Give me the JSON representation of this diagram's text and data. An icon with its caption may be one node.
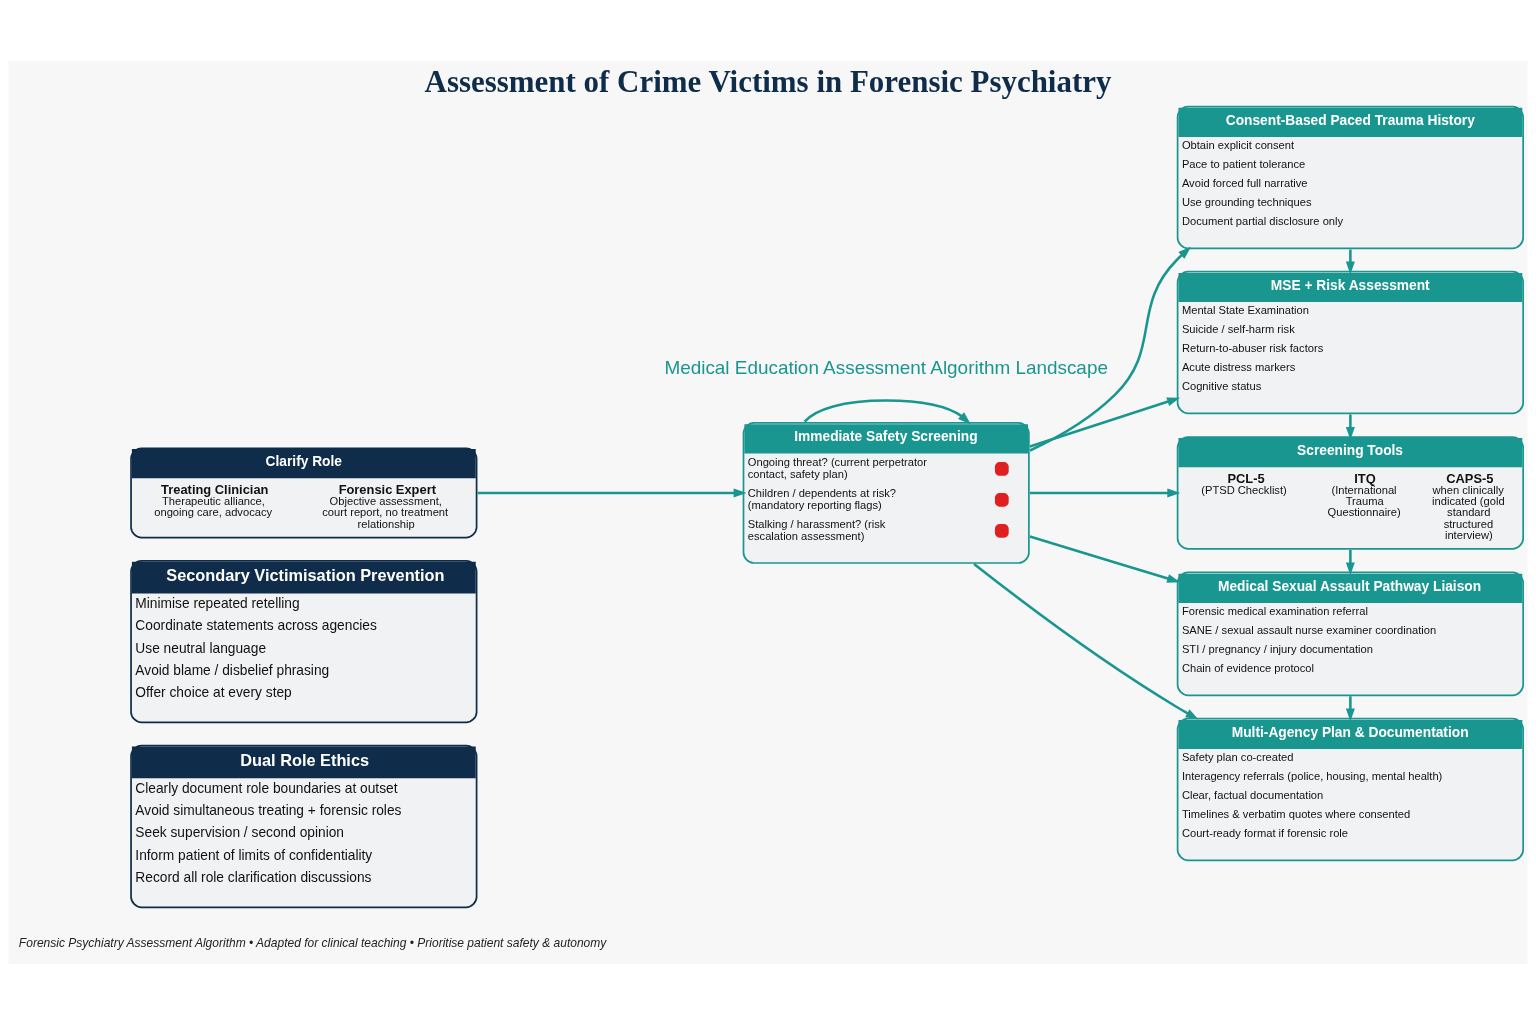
{
  "diagram": {
    "title": "Assessment of Crime Victims in Forensic Psychiatry",
    "caption": "Forensic Psychiatry Assessment Algorithm • Adapted for clinical teaching • Prioritise patient safety & autonomy",
    "nodes": [
      {
        "text": [
          "Clarify Role",
          "Treating Clinician",
          "Therapeutic alliance, ongoing care, advocacy",
          "Forensic Expert",
          "Objective assessment, court report, no treatment relationship"
        ]
      },
      {
        "text": [
          "Immediate Safety Screening",
          "Ongoing threat? (current perpetrator contact, safety plan)",
          "Children / dependents at risk? (mandatory reporting flags)",
          "Stalking / harassment? (risk escalation assessment)"
        ]
      },
      {
        "text": [
          "Consent-Based Paced Trauma History",
          "Obtain explicit consent",
          "Pace to patient tolerance",
          "Avoid forced full narrative",
          "Use grounding techniques",
          "Document partial disclosure only"
        ]
      },
      {
        "text": [
          "MSE + Risk Assessment",
          "Mental State Examination",
          "Suicide / self-harm risk",
          "Return-to-abuser risk factors",
          "Acute distress markers",
          "Cognitive status"
        ]
      },
      {
        "text": [
          "Secondary Victimisation Prevention",
          "Minimise repeated retelling",
          "Coordinate statements across agencies",
          "Use neutral language",
          "Avoid blame / disbelief phrasing",
          "Offer choice at every step"
        ]
      },
      {
        "text": [
          "Screening Tools",
          "PCL-5",
          "(PTSD Checklist)",
          "ITQ",
          "(International Trauma Questionnaire)",
          "CAPS-5",
          "when clinically indicated (gold standard structured interview)"
        ]
      },
      {
        "text": [
          "Medical Sexual Assault Pathway Liaison",
          "Forensic medical examination referral",
          "SANE / sexual assault nurse examiner coordination",
          "STI / pregnancy / injury documentation",
          "Chain of evidence protocol"
        ]
      },
      {
        "text": [
          "Dual Role Ethics",
          "Clearly document role boundaries at outset",
          "Avoid simultaneous treating + forensic roles",
          "Seek supervision / second opinion",
          "Inform patient of limits of confidentiality",
          "Record all role clarification discussions"
        ]
      },
      {
        "text": [
          "Multi-Agency Plan & Documentation",
          "Safety plan co-created",
          "Interagency referrals (police, housing, mental health)",
          "Clear, factual documentation",
          "Timelines & verbatim quotes where consented",
          "Court-ready format if forensic role"
        ]
      }
    ],
    "edges": [
      {
        "from": 0,
        "to": 1,
        "arrow": "to"
      },
      {
        "from": 1,
        "to": 2,
        "arrow": "to"
      },
      {
        "from": 1,
        "to": 3,
        "arrow": "to"
      },
      {
        "from": 1,
        "to": 5,
        "arrow": "to"
      },
      {
        "from": 1,
        "to": 6,
        "arrow": "to"
      },
      {
        "from": 1,
        "to": 8,
        "arrow": "to"
      },
      {
        "from": 1,
        "to": 1,
        "arrow": "to"
      },
      {
        "from": 2,
        "to": 3,
        "arrow": "to"
      },
      {
        "from": 3,
        "to": 5,
        "arrow": "to"
      },
      {
        "from": 5,
        "to": 6,
        "arrow": "to"
      },
      {
        "from": 6,
        "to": 8,
        "arrow": "to"
      }
    ],
    "labels": [
      "Medical Education Assessment Algorithm Landscape"
    ]
  }
}
